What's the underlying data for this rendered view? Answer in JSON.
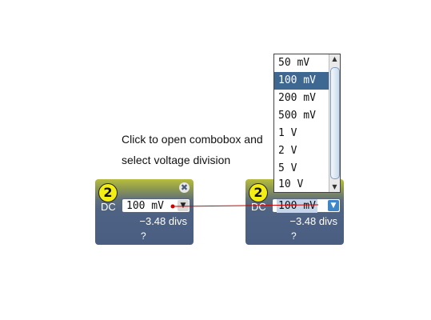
{
  "caption": {
    "line1": "Click to open combobox and",
    "line2": "select voltage division"
  },
  "panel_before": {
    "channel": "2",
    "coupling": "DC",
    "voltage": "100 mV",
    "offset": "−3.48 divs",
    "unknown": "?",
    "close_glyph": "✖",
    "arrow_glyph": "▼",
    "badge_color": "#f3ee14"
  },
  "panel_after": {
    "channel": "2",
    "coupling": "DC",
    "voltage": "100 mV",
    "offset": "−3.48 divs",
    "unknown": "?",
    "arrow_glyph": "▼"
  },
  "dropdown": {
    "options": [
      "50 mV",
      "100 mV",
      "200 mV",
      "500 mV",
      "1 V",
      "2 V",
      "5 V",
      "10 V"
    ],
    "selected": "100 mV",
    "selected_color": "#3e6791",
    "scroll_up_glyph": "▲",
    "scroll_down_glyph": "▼"
  },
  "connector_color": "#cc0000"
}
